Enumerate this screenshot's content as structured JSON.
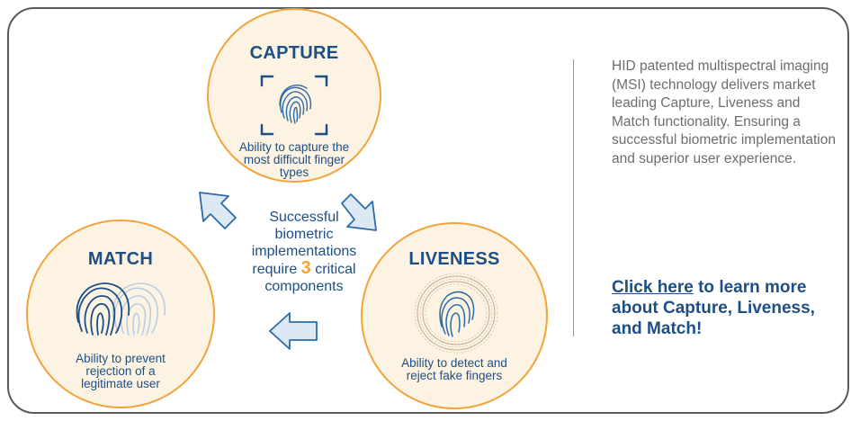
{
  "capture": {
    "title": "CAPTURE",
    "description": "Ability to capture the most difficult finger types"
  },
  "liveness": {
    "title": "LIVENESS",
    "description": "Ability to detect and reject fake fingers"
  },
  "match": {
    "title": "MATCH",
    "description": "Ability to prevent rejection of a legitimate user"
  },
  "center": {
    "line_before": "Successful biometric implementations require",
    "number": "3",
    "line_after": "critical components"
  },
  "info": {
    "description": "HID patented multispectral imaging  (MSI) technology delivers market leading Capture, Liveness and Match functionality. Ensuring a successful biometric implementation and superior user experience.",
    "link_text": "Click here",
    "link_suffix": " to learn more about Capture, Liveness, and Match!"
  },
  "colors": {
    "accent_orange": "#f2a33c",
    "navy": "#1d4f86",
    "circle_fill": "#fdf3e3",
    "body_gray": "#6d6d6d"
  },
  "icons": [
    "fingerprint-scan-icon",
    "fingerprint-overlap-icon",
    "fingerprint-ripple-icon",
    "cycle-arrow-icon"
  ]
}
